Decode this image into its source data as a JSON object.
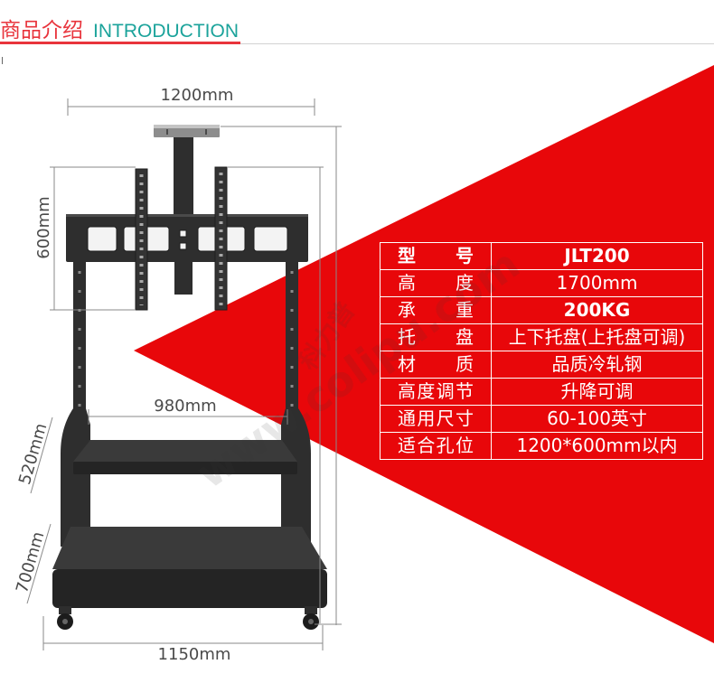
{
  "header": {
    "title_cn": "商品介绍",
    "title_en": "INTRODUCTION"
  },
  "colors": {
    "header_red": "#e8343c",
    "header_teal": "#1ba39b",
    "banner_red": "#e8070a",
    "stand_dark": "#2e2e2e"
  },
  "dimensions": {
    "top_width": "1200mm",
    "bracket_height": "600mm",
    "tray_width": "980mm",
    "tray_height": "520mm",
    "base_height": "700mm",
    "base_width": "1150mm"
  },
  "specs": [
    {
      "label": "型 号",
      "value": "JLT200"
    },
    {
      "label": "高 度",
      "value": "1700mm"
    },
    {
      "label": "承 重",
      "value": "200KG"
    },
    {
      "label": "托 盘",
      "value": "上下托盘(上托盘可调)"
    },
    {
      "label": "材 质",
      "value": "品质冷轧钢"
    },
    {
      "label": "高度调节",
      "value": "升降可调"
    },
    {
      "label": "通用尺寸",
      "value": "60-100英寸"
    },
    {
      "label": "适合孔位",
      "value": "1200*600mm以内"
    }
  ],
  "watermark": {
    "site": "www.colipu.com",
    "brand": "科力普"
  }
}
